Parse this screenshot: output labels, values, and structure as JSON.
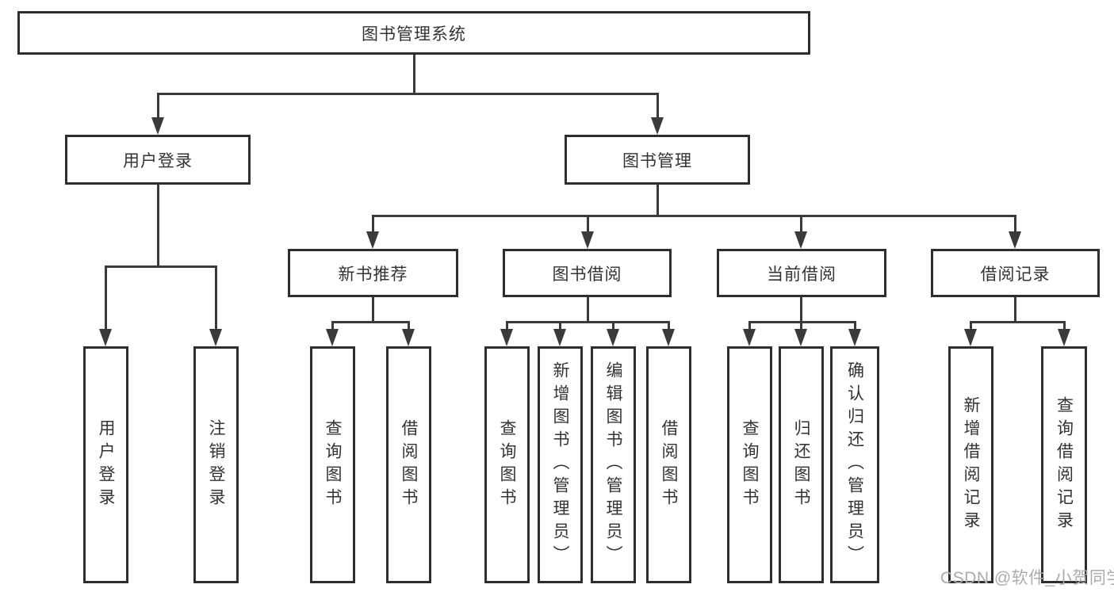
{
  "diagram": {
    "root": {
      "label": "图书管理系统"
    },
    "level2": [
      {
        "label": "用户登录"
      },
      {
        "label": "图书管理"
      }
    ],
    "level3": [
      {
        "label": "新书推荐"
      },
      {
        "label": "图书借阅"
      },
      {
        "label": "当前借阅"
      },
      {
        "label": "借阅记录"
      }
    ],
    "leaves": [
      {
        "label": "用户登录"
      },
      {
        "label": "注销登录"
      },
      {
        "label": "查询图书"
      },
      {
        "label": "借阅图书"
      },
      {
        "label": "查询图书"
      },
      {
        "label": "新增图书（管理员）"
      },
      {
        "label": "编辑图书（管理员）"
      },
      {
        "label": "借阅图书"
      },
      {
        "label": "查询图书"
      },
      {
        "label": "归还图书"
      },
      {
        "label": "确认归还（管理员）"
      },
      {
        "label": "新增借阅记录"
      },
      {
        "label": "查询借阅记录"
      }
    ]
  },
  "watermark": {
    "text": "CSDN @软件_小贺同学"
  },
  "colors": {
    "line": "#3a3a3a",
    "box_border": "#2e2e2e",
    "text": "#333333",
    "watermark": "#ababab",
    "background": "#ffffff"
  }
}
